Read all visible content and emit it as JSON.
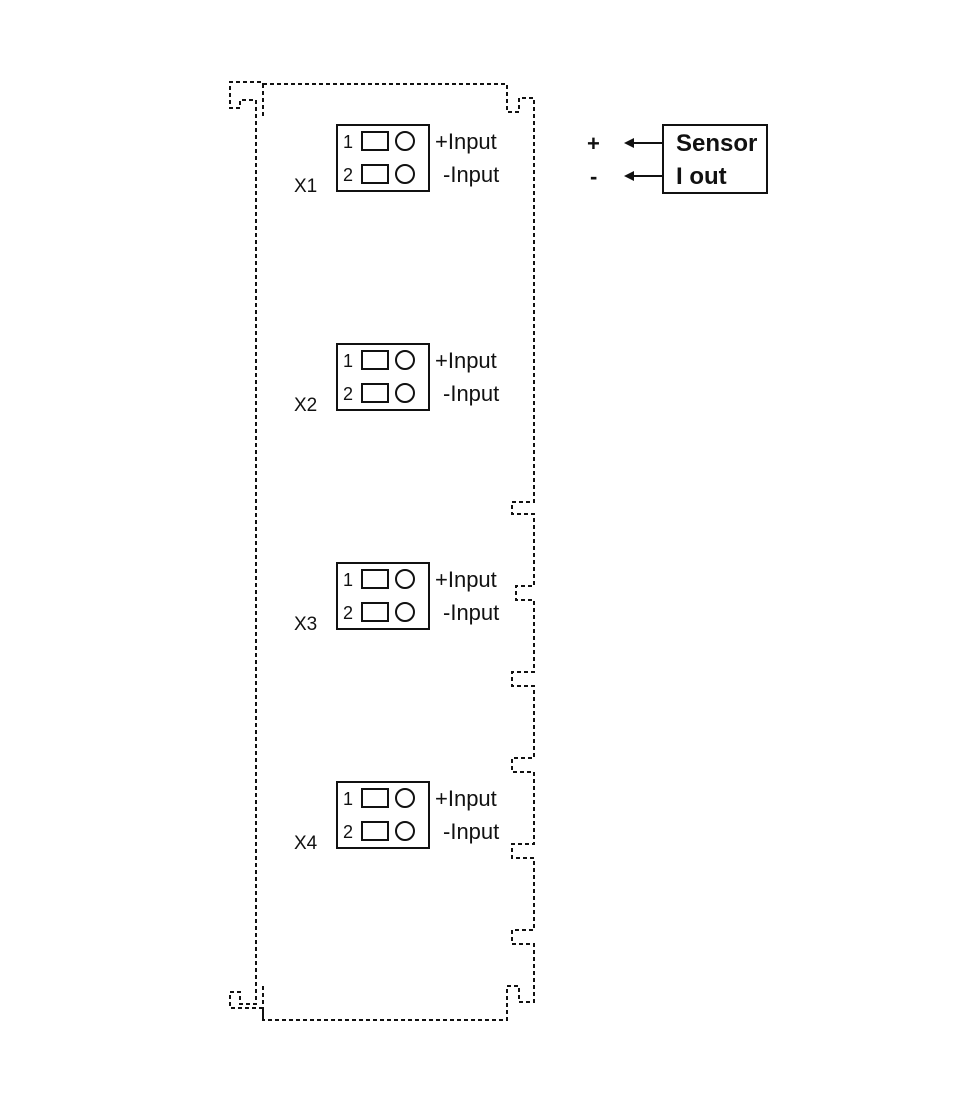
{
  "connectors": [
    {
      "name": "X1",
      "pins": [
        {
          "num": "1",
          "label": "+Input"
        },
        {
          "num": "2",
          "label": "-Input"
        }
      ]
    },
    {
      "name": "X2",
      "pins": [
        {
          "num": "1",
          "label": "+Input"
        },
        {
          "num": "2",
          "label": "-Input"
        }
      ]
    },
    {
      "name": "X3",
      "pins": [
        {
          "num": "1",
          "label": "+Input"
        },
        {
          "num": "2",
          "label": "-Input"
        }
      ]
    },
    {
      "name": "X4",
      "pins": [
        {
          "num": "1",
          "label": "+Input"
        },
        {
          "num": "2",
          "label": "-Input"
        }
      ]
    }
  ],
  "sensor": {
    "line1": "Sensor",
    "line2": "I out",
    "plus": "+",
    "minus": "-"
  },
  "colors": {
    "stroke": "#111111",
    "background": "#ffffff"
  }
}
